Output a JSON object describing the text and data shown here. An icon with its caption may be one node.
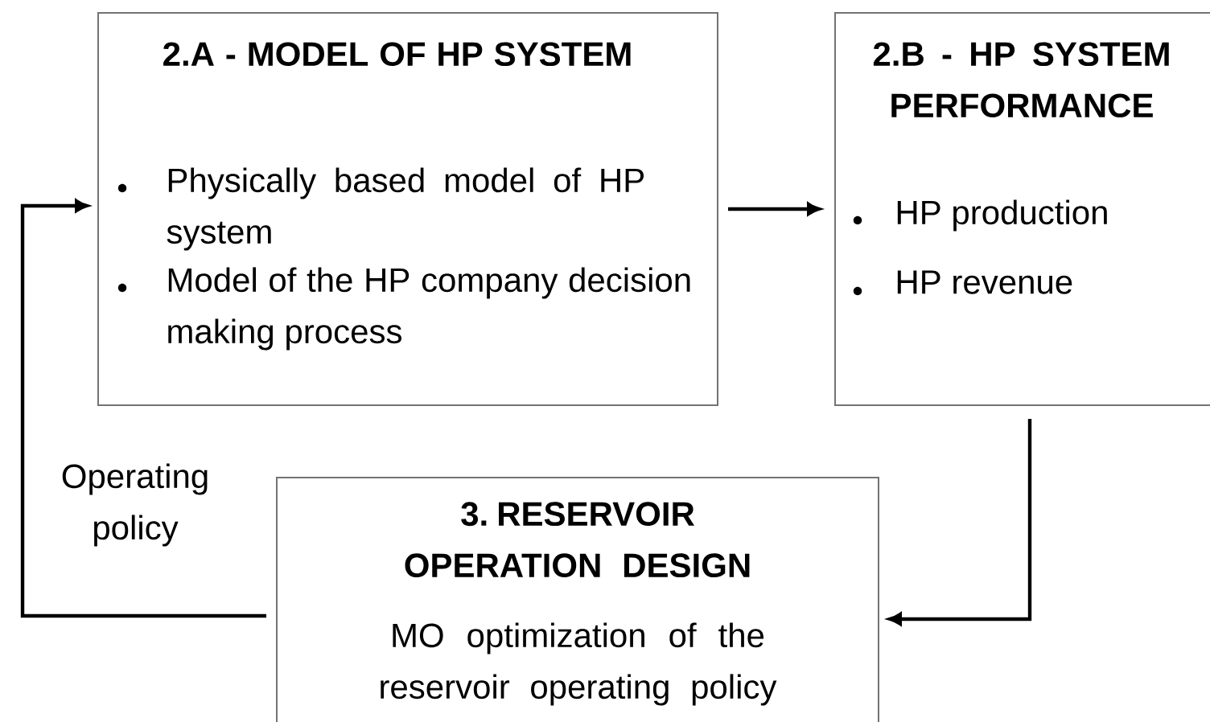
{
  "diagram": {
    "nodes": [
      {
        "text": [
          "2.A - MODEL OF HP SYSTEM",
          "Physically based model of HP system",
          "Model of the HP company decision making process"
        ]
      },
      {
        "text": [
          "2.B - HP SYSTEM PERFORMANCE",
          "HP production",
          "HP revenue"
        ]
      },
      {
        "text": [
          "3. RESERVOIR OPERATION DESIGN",
          "MO optimization of the reservoir operating policy"
        ]
      }
    ],
    "edges": [
      {
        "from": 0,
        "to": 1,
        "arrow": "to"
      },
      {
        "from": 1,
        "to": 2,
        "arrow": "to"
      },
      {
        "from": 2,
        "to": 0,
        "arrow": "to",
        "label": "Operating policy"
      }
    ]
  }
}
